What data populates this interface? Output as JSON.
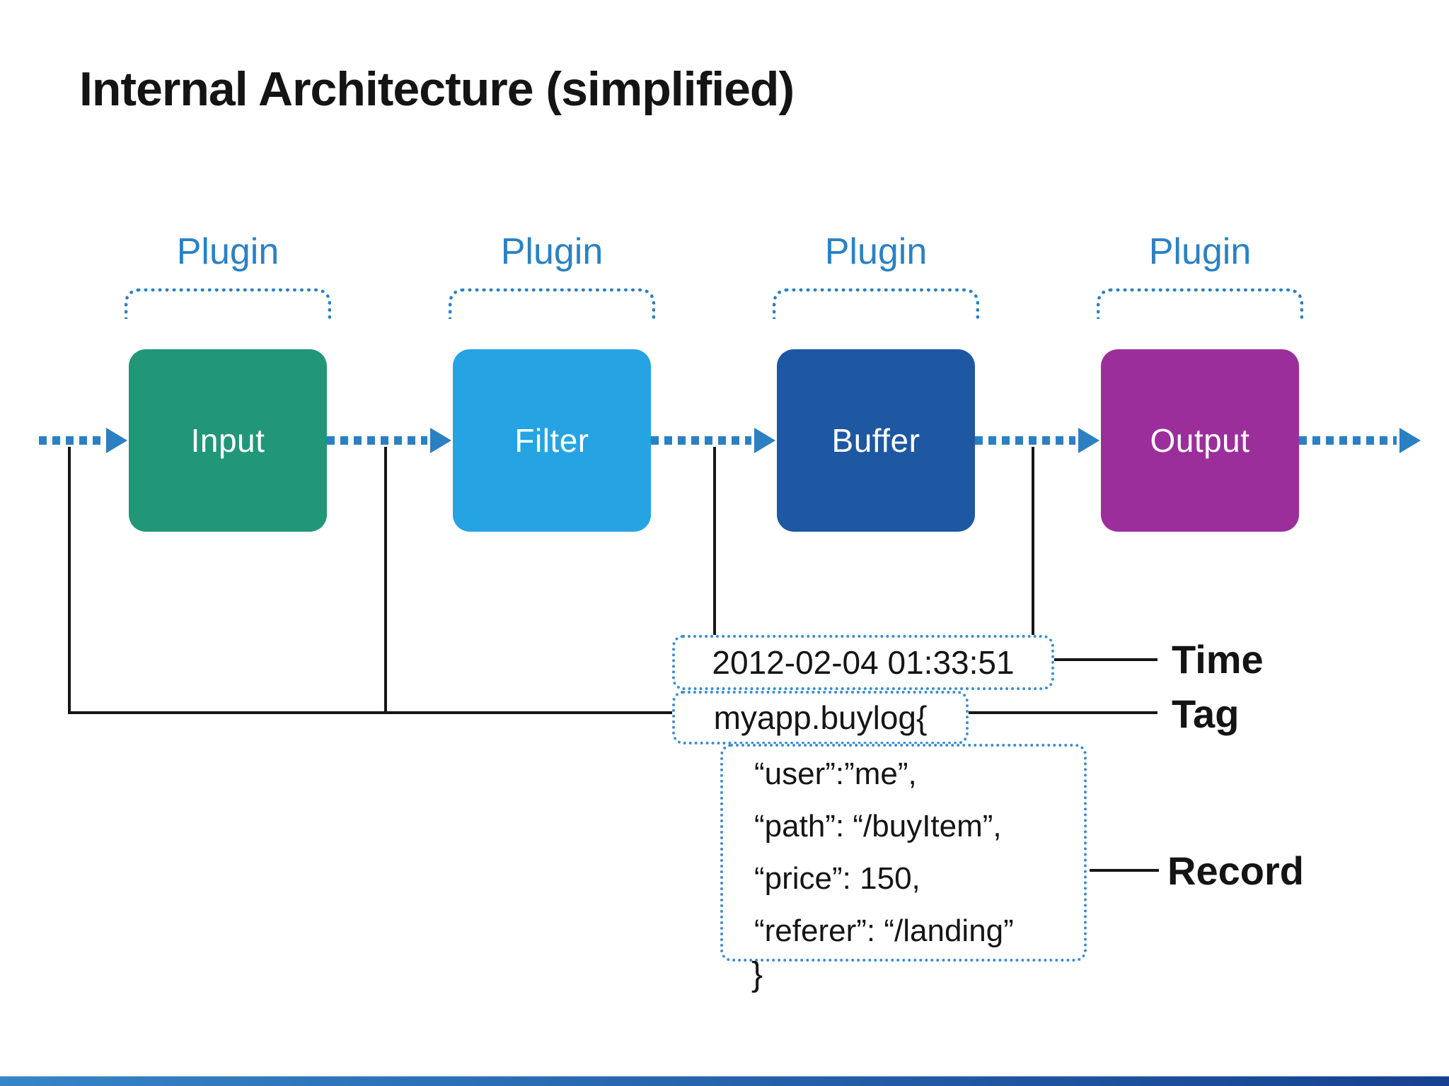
{
  "title": "Internal Architecture (simplified)",
  "accent_blue": "#2b81c4",
  "line_color": "#161616",
  "stages": [
    {
      "plugin_label": "Plugin",
      "name": "Input",
      "color": "#229679"
    },
    {
      "plugin_label": "Plugin",
      "name": "Filter",
      "color": "#25a3e2"
    },
    {
      "plugin_label": "Plugin",
      "name": "Buffer",
      "color": "#1e57a2"
    },
    {
      "plugin_label": "Plugin",
      "name": "Output",
      "color": "#9c2e9c"
    }
  ],
  "annotations": {
    "time": {
      "value": "2012-02-04 01:33:51",
      "label": "Time"
    },
    "tag": {
      "value": "myapp.buylog{",
      "label": "Tag"
    },
    "record": {
      "label": "Record",
      "lines": [
        "“user”:”me”,",
        "“path”: “/buyItem”,",
        "“price”: 150,",
        "“referer”: “/landing”"
      ],
      "closing_brace": "}"
    }
  },
  "footer_bar": {
    "gradient_left": "#3585c7",
    "gradient_right": "#16418f"
  }
}
